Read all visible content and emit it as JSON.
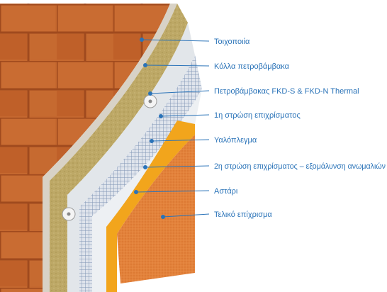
{
  "diagram": {
    "colors": {
      "brick": "#c5682f",
      "mortar": "#d9c6ad",
      "adhesive": "#d8d2c6",
      "rockwool": "#bda866",
      "base_coat": "#e2e6ea",
      "mesh": "#7f95b4",
      "primer": "#f2a51c",
      "finish": "#e3823b",
      "label": "#2a73b8"
    },
    "layers": [
      {
        "label": "Τοιχοποιία"
      },
      {
        "label": "Κόλλα πετροβάμβακα"
      },
      {
        "label": "Πετροβάμβακας FKD-S & FKD-N Thermal"
      },
      {
        "label": "1η στρώση επιχρίσματος"
      },
      {
        "label": "Υαλόπλεγμα"
      },
      {
        "label": "2η στρώση επιχρίσματος – εξομάλυνση ανωμαλιών"
      },
      {
        "label": "Αστάρι"
      },
      {
        "label": "Τελικό επίχρισμα"
      }
    ]
  }
}
